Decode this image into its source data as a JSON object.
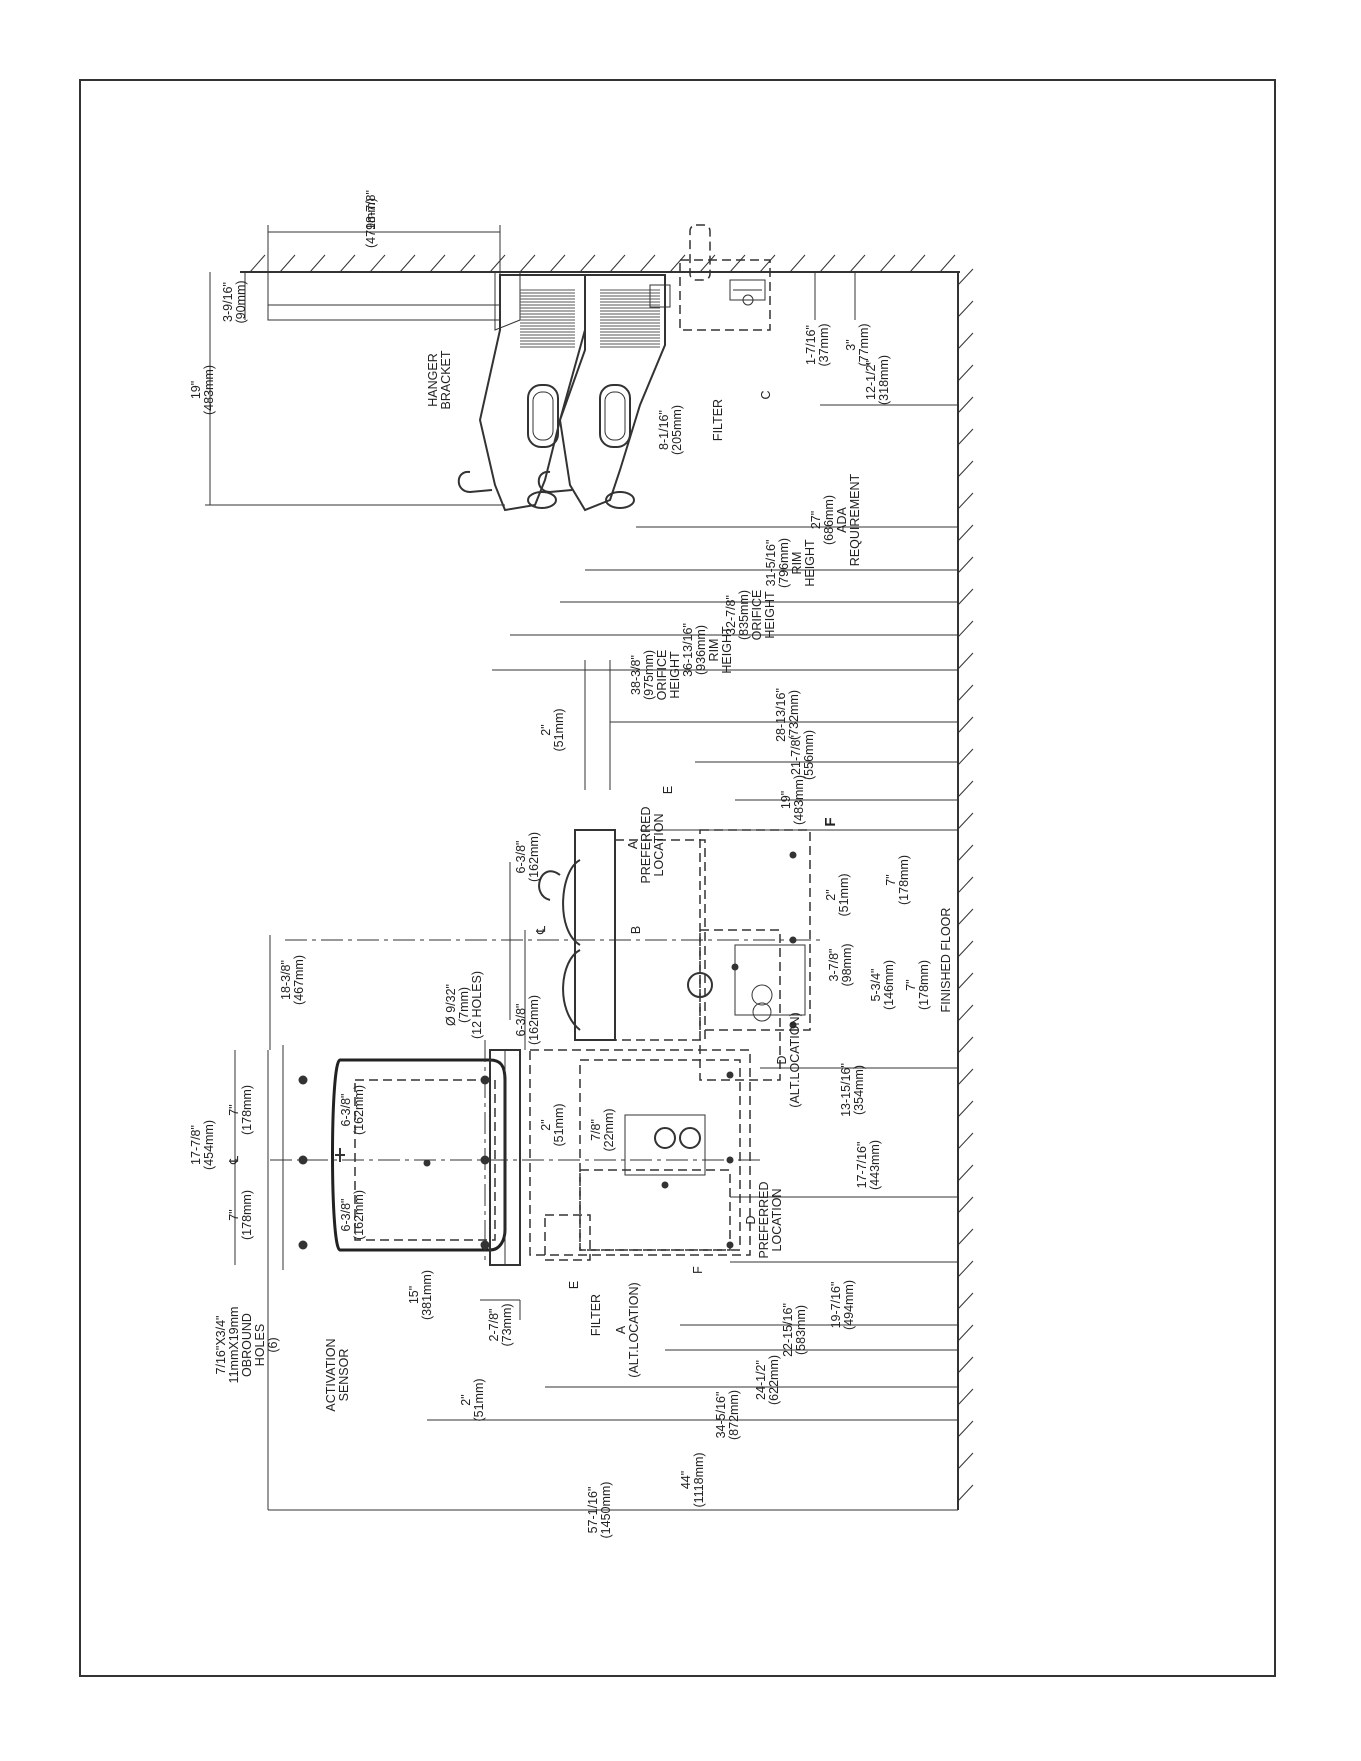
{
  "labels": {
    "rotated": [
      {
        "id": "d1",
        "text": "18-7/8\""
      },
      {
        "id": "d1m",
        "text": "(479mm)"
      },
      {
        "id": "d2",
        "text": "19\""
      },
      {
        "id": "d2m",
        "text": "(483mm)"
      },
      {
        "id": "d3",
        "text": "3-9/16\""
      },
      {
        "id": "d3m",
        "text": "(90mm)"
      },
      {
        "id": "hb1",
        "text": "HANGER"
      },
      {
        "id": "hb2",
        "text": "BRACKET"
      },
      {
        "id": "d4",
        "text": "8-1/16\""
      },
      {
        "id": "d4m",
        "text": "(205mm)"
      },
      {
        "id": "filt1",
        "text": "FILTER"
      },
      {
        "id": "c1",
        "text": "C"
      },
      {
        "id": "d5",
        "text": "1-7/16\""
      },
      {
        "id": "d5m",
        "text": "(37mm)"
      },
      {
        "id": "d6",
        "text": "3\""
      },
      {
        "id": "d6m",
        "text": "(77mm)"
      },
      {
        "id": "d7",
        "text": "12-1/2\""
      },
      {
        "id": "d7m",
        "text": "(318mm)"
      },
      {
        "id": "d8",
        "text": "27\""
      },
      {
        "id": "d8m",
        "text": "(686mm)"
      },
      {
        "id": "d8a",
        "text": "ADA"
      },
      {
        "id": "d8b",
        "text": "REQUIREMENT"
      },
      {
        "id": "d9",
        "text": "31-5/16\""
      },
      {
        "id": "d9m",
        "text": "(796mm)"
      },
      {
        "id": "d9a",
        "text": "RIM"
      },
      {
        "id": "d9b",
        "text": "HEIGHT"
      },
      {
        "id": "d10",
        "text": "32-7/8\""
      },
      {
        "id": "d10m",
        "text": "(835mm)"
      },
      {
        "id": "d10a",
        "text": "ORIFICE"
      },
      {
        "id": "d10b",
        "text": "HEIGHT"
      },
      {
        "id": "d11",
        "text": "36-13/16\""
      },
      {
        "id": "d11m",
        "text": "(936mm)"
      },
      {
        "id": "d11a",
        "text": "RIM"
      },
      {
        "id": "d11b",
        "text": "HEIGHT"
      },
      {
        "id": "d12",
        "text": "38-3/8\""
      },
      {
        "id": "d12m",
        "text": "(975mm)"
      },
      {
        "id": "d12a",
        "text": "ORIFICE"
      },
      {
        "id": "d12b",
        "text": "HEIGHT"
      },
      {
        "id": "d13",
        "text": "2\""
      },
      {
        "id": "d13m",
        "text": "(51mm)"
      },
      {
        "id": "d14",
        "text": "28-13/16\""
      },
      {
        "id": "d14m",
        "text": "(732mm)"
      },
      {
        "id": "d15",
        "text": "21-7/8\""
      },
      {
        "id": "d15m",
        "text": "(556mm)"
      },
      {
        "id": "e1",
        "text": "E"
      },
      {
        "id": "d16",
        "text": "19\""
      },
      {
        "id": "d16m",
        "text": "(483mm)"
      },
      {
        "id": "f1",
        "text": "F"
      },
      {
        "id": "apl1",
        "text": "A"
      },
      {
        "id": "apl2",
        "text": "PREFERRED"
      },
      {
        "id": "apl3",
        "text": "LOCATION"
      },
      {
        "id": "d17",
        "text": "6-3/8\""
      },
      {
        "id": "d17m",
        "text": "(162mm)"
      },
      {
        "id": "cl1",
        "text": "℄"
      },
      {
        "id": "d18",
        "text": "6-3/8\""
      },
      {
        "id": "d18m",
        "text": "(162mm)"
      },
      {
        "id": "b1",
        "text": "B"
      },
      {
        "id": "d19",
        "text": "2\""
      },
      {
        "id": "d19m",
        "text": "(51mm)"
      },
      {
        "id": "d20",
        "text": "7\""
      },
      {
        "id": "d20m",
        "text": "(178mm)"
      },
      {
        "id": "d21",
        "text": "3-7/8\""
      },
      {
        "id": "d21m",
        "text": "(98mm)"
      },
      {
        "id": "d22",
        "text": "5-3/4\""
      },
      {
        "id": "d22m",
        "text": "(146mm)"
      },
      {
        "id": "d23",
        "text": "7\""
      },
      {
        "id": "d23m",
        "text": "(178mm)"
      },
      {
        "id": "ff1",
        "text": "FINISHED FLOOR"
      },
      {
        "id": "d24",
        "text": "18-3/8\""
      },
      {
        "id": "d24m",
        "text": "(467mm)"
      },
      {
        "id": "h1",
        "text": "Ø 9/32\""
      },
      {
        "id": "h1m",
        "text": "(7mm)"
      },
      {
        "id": "h1a",
        "text": "(12 HOLES)"
      },
      {
        "id": "dal1",
        "text": "D"
      },
      {
        "id": "dal2",
        "text": "(ALT.LOCATION)"
      },
      {
        "id": "d25",
        "text": "13-15/16\""
      },
      {
        "id": "d25m",
        "text": "(354mm)"
      },
      {
        "id": "d26",
        "text": "17-7/8\""
      },
      {
        "id": "d26m",
        "text": "(454mm)"
      },
      {
        "id": "d27",
        "text": "7\""
      },
      {
        "id": "d27m",
        "text": "(178mm)"
      },
      {
        "id": "cl2",
        "text": "℄"
      },
      {
        "id": "d28",
        "text": "7\""
      },
      {
        "id": "d28m",
        "text": "(178mm)"
      },
      {
        "id": "d29",
        "text": "6-3/8\""
      },
      {
        "id": "d29m",
        "text": "(162mm)"
      },
      {
        "id": "d30",
        "text": "6-3/8\""
      },
      {
        "id": "d30m",
        "text": "(162mm)"
      },
      {
        "id": "d31",
        "text": "2\""
      },
      {
        "id": "d31m",
        "text": "(51mm)"
      },
      {
        "id": "d32",
        "text": "7/8\""
      },
      {
        "id": "d32m",
        "text": "(22mm)"
      },
      {
        "id": "d33",
        "text": "17-7/16\""
      },
      {
        "id": "d33m",
        "text": "(443mm)"
      },
      {
        "id": "dpl1",
        "text": "D"
      },
      {
        "id": "dpl2",
        "text": "PREFERRED"
      },
      {
        "id": "dpl3",
        "text": "LOCATION"
      },
      {
        "id": "ob1",
        "text": "7/16\"X3/4\""
      },
      {
        "id": "ob2",
        "text": "11mmX19mm"
      },
      {
        "id": "ob3",
        "text": "OBROUND"
      },
      {
        "id": "ob4",
        "text": "HOLES"
      },
      {
        "id": "ob5",
        "text": "(6)"
      },
      {
        "id": "as1",
        "text": "ACTIVATION"
      },
      {
        "id": "as2",
        "text": "SENSOR"
      },
      {
        "id": "d34",
        "text": "15\""
      },
      {
        "id": "d34m",
        "text": "(381mm)"
      },
      {
        "id": "d35",
        "text": "2-7/8\""
      },
      {
        "id": "d35m",
        "text": "(73mm)"
      },
      {
        "id": "d36",
        "text": "2\""
      },
      {
        "id": "d36m",
        "text": "(51mm)"
      },
      {
        "id": "e2",
        "text": "E"
      },
      {
        "id": "filt2",
        "text": "FILTER"
      },
      {
        "id": "aal1",
        "text": "A"
      },
      {
        "id": "aal2",
        "text": "(ALT.LOCATION)"
      },
      {
        "id": "f2",
        "text": "F"
      },
      {
        "id": "d37",
        "text": "19-7/16\""
      },
      {
        "id": "d37m",
        "text": "(494mm)"
      },
      {
        "id": "d38",
        "text": "22-15/16\""
      },
      {
        "id": "d38m",
        "text": "(583mm)"
      },
      {
        "id": "d39",
        "text": "24-1/2\""
      },
      {
        "id": "d39m",
        "text": "(622mm)"
      },
      {
        "id": "d40",
        "text": "34-5/16\""
      },
      {
        "id": "d40m",
        "text": "(872mm)"
      },
      {
        "id": "d41",
        "text": "44\""
      },
      {
        "id": "d41m",
        "text": "(1118mm)"
      },
      {
        "id": "d42",
        "text": "57-1/16\""
      },
      {
        "id": "d42m",
        "text": "(1450mm)"
      }
    ]
  }
}
